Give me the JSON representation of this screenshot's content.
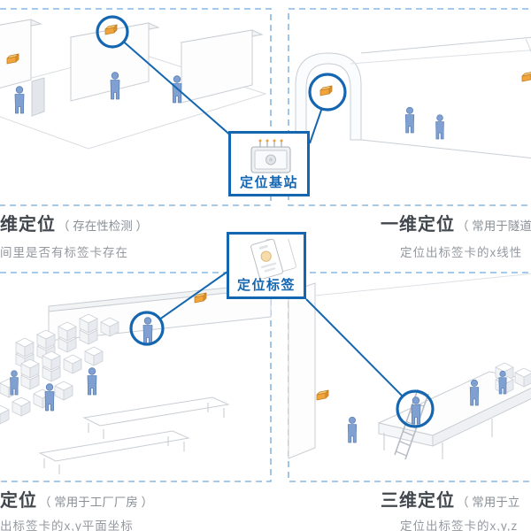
{
  "center": {
    "base_station": {
      "label": "定位基站"
    },
    "tag": {
      "label": "定位标签"
    }
  },
  "quadrants": {
    "top_left": {
      "title": "维定位",
      "note": "（ 存在性检测 ）",
      "desc": "间里是否有标签卡存在"
    },
    "top_right": {
      "title": "一维定位",
      "note": "（ 常用于隧道",
      "desc": "定位出标签卡的x线性"
    },
    "bottom_left": {
      "title": "定位",
      "note": "（ 常用于工厂厂房 ）",
      "desc": "出标签卡的x,y平面坐标"
    },
    "bottom_right": {
      "title": "三维定位",
      "note": "（ 常用于立",
      "desc": "定位出标签卡的x,y,z"
    }
  },
  "icons": {
    "base_station": "base-station-device-icon",
    "tag": "id-badge-card-icon",
    "beacon": "beacon-icon",
    "person": "person-figure"
  },
  "colors": {
    "accent_blue": "#1566b1",
    "dashed_border_blue": "#8ab7e3",
    "person_blue": "#7fa0d0",
    "beacon_orange": "#f2a43c",
    "line_gray": "#ccd1d7"
  }
}
